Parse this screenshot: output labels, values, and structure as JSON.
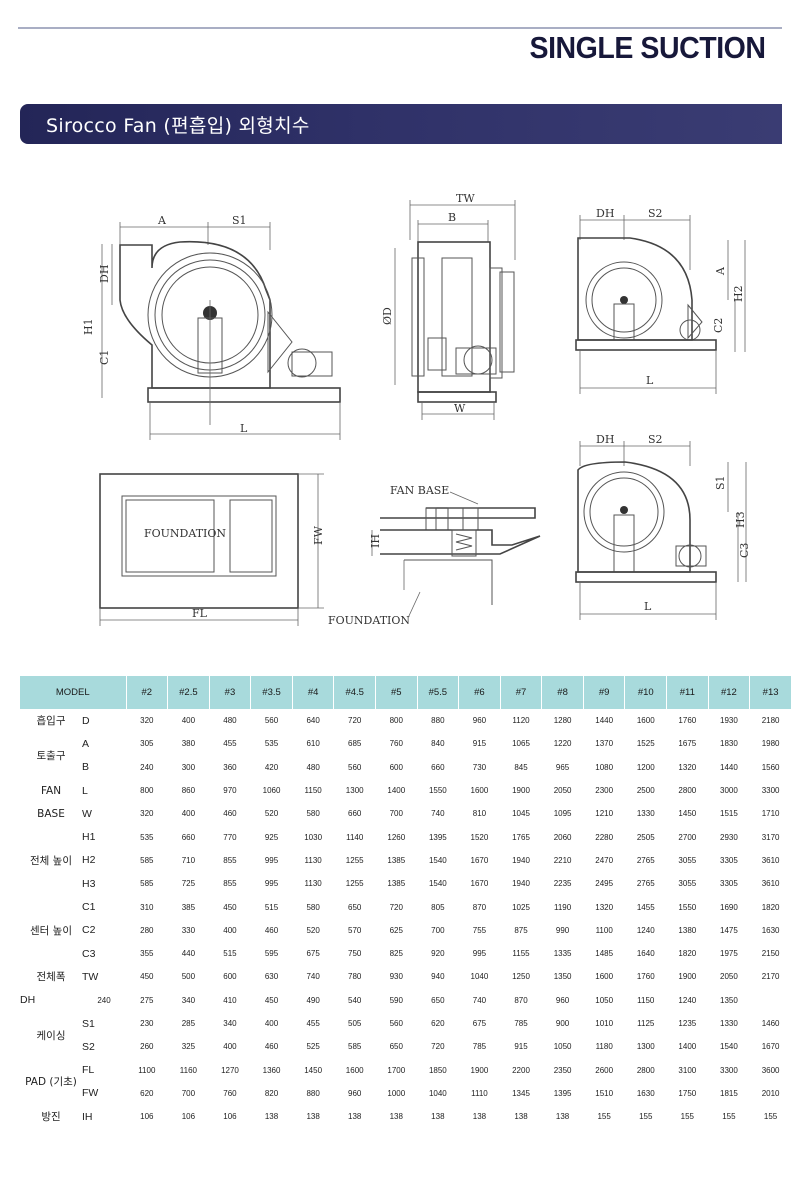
{
  "header": {
    "brand": "SINGLE SUCTION",
    "banner_title": "Sirocco Fan (편흡입) 외형치수"
  },
  "drawings": {
    "labels": {
      "A": "A",
      "S1": "S1",
      "DH": "DH",
      "H1": "H1",
      "C1": "C1",
      "L": "L",
      "TW": "TW",
      "B": "B",
      "D": "ØD",
      "W": "W",
      "S2": "S2",
      "H2": "H2",
      "C2": "C2",
      "S1b": "S1",
      "H3": "H3",
      "C3": "C3",
      "FW": "FW",
      "FL": "FL",
      "foundation_inner": "FOUNDATION",
      "fan_base": "FAN BASE",
      "IH": "IH",
      "foundation_below": "FOUNDATION"
    }
  },
  "table": {
    "model_header": "MODEL",
    "models": [
      "#2",
      "#2.5",
      "#3",
      "#3.5",
      "#4",
      "#4.5",
      "#5",
      "#5.5",
      "#6",
      "#7",
      "#8",
      "#9",
      "#10",
      "#11",
      "#12",
      "#13"
    ],
    "rows": [
      {
        "group": "흡입구",
        "span": 1,
        "code": "D",
        "values": [
          "320",
          "400",
          "480",
          "560",
          "640",
          "720",
          "800",
          "880",
          "960",
          "1120",
          "1280",
          "1440",
          "1600",
          "1760",
          "1930",
          "2180"
        ]
      },
      {
        "group": "토출구",
        "span": 2,
        "code": "A",
        "values": [
          "305",
          "380",
          "455",
          "535",
          "610",
          "685",
          "760",
          "840",
          "915",
          "1065",
          "1220",
          "1370",
          "1525",
          "1675",
          "1830",
          "1980"
        ]
      },
      {
        "group": null,
        "span": 0,
        "code": "B",
        "values": [
          "240",
          "300",
          "360",
          "420",
          "480",
          "560",
          "600",
          "660",
          "730",
          "845",
          "965",
          "1080",
          "1200",
          "1320",
          "1440",
          "1560"
        ]
      },
      {
        "group": "FAN",
        "span": 1,
        "code": "L",
        "values": [
          "800",
          "860",
          "970",
          "1060",
          "1150",
          "1300",
          "1400",
          "1550",
          "1600",
          "1900",
          "2050",
          "2300",
          "2500",
          "2800",
          "3000",
          "3300"
        ]
      },
      {
        "group": "BASE",
        "span": 1,
        "code": "W",
        "values": [
          "320",
          "400",
          "460",
          "520",
          "580",
          "660",
          "700",
          "740",
          "810",
          "1045",
          "1095",
          "1210",
          "1330",
          "1450",
          "1515",
          "1710"
        ]
      },
      {
        "group": "전체 높이",
        "span": 3,
        "code": "H1",
        "values": [
          "535",
          "660",
          "770",
          "925",
          "1030",
          "1140",
          "1260",
          "1395",
          "1520",
          "1765",
          "2060",
          "2280",
          "2505",
          "2700",
          "2930",
          "3170"
        ]
      },
      {
        "group": null,
        "span": 0,
        "code": "H2",
        "values": [
          "585",
          "710",
          "855",
          "995",
          "1130",
          "1255",
          "1385",
          "1540",
          "1670",
          "1940",
          "2210",
          "2470",
          "2765",
          "3055",
          "3305",
          "3610"
        ]
      },
      {
        "group": null,
        "span": 0,
        "code": "H3",
        "values": [
          "585",
          "725",
          "855",
          "995",
          "1130",
          "1255",
          "1385",
          "1540",
          "1670",
          "1940",
          "2235",
          "2495",
          "2765",
          "3055",
          "3305",
          "3610"
        ]
      },
      {
        "group": "센터 높이",
        "span": 3,
        "code": "C1",
        "values": [
          "310",
          "385",
          "450",
          "515",
          "580",
          "650",
          "720",
          "805",
          "870",
          "1025",
          "1190",
          "1320",
          "1455",
          "1550",
          "1690",
          "1820"
        ]
      },
      {
        "group": null,
        "span": 0,
        "code": "C2",
        "values": [
          "280",
          "330",
          "400",
          "460",
          "520",
          "570",
          "625",
          "700",
          "755",
          "875",
          "990",
          "1100",
          "1240",
          "1380",
          "1475",
          "1630"
        ]
      },
      {
        "group": null,
        "span": 0,
        "code": "C3",
        "values": [
          "355",
          "440",
          "515",
          "595",
          "675",
          "750",
          "825",
          "920",
          "995",
          "1155",
          "1335",
          "1485",
          "1640",
          "1820",
          "1975",
          "2150"
        ]
      },
      {
        "group": "전체폭",
        "span": 1,
        "code": "TW",
        "values": [
          "450",
          "500",
          "600",
          "630",
          "740",
          "780",
          "930",
          "940",
          "1040",
          "1250",
          "1350",
          "1600",
          "1760",
          "1900",
          "2050",
          "2170"
        ]
      },
      {
        "group": null,
        "span": 0,
        "code": "DH",
        "values": [
          "240",
          "275",
          "340",
          "410",
          "450",
          "490",
          "540",
          "590",
          "650",
          "740",
          "870",
          "960",
          "1050",
          "1150",
          "1240",
          "1350"
        ]
      },
      {
        "group": "케이싱",
        "span": 2,
        "code": "S1",
        "values": [
          "230",
          "285",
          "340",
          "400",
          "455",
          "505",
          "560",
          "620",
          "675",
          "785",
          "900",
          "1010",
          "1125",
          "1235",
          "1330",
          "1460"
        ]
      },
      {
        "group": null,
        "span": 0,
        "code": "S2",
        "values": [
          "260",
          "325",
          "400",
          "460",
          "525",
          "585",
          "650",
          "720",
          "785",
          "915",
          "1050",
          "1180",
          "1300",
          "1400",
          "1540",
          "1670"
        ]
      },
      {
        "group": "PAD (기초)",
        "span": 2,
        "code": "FL",
        "values": [
          "1100",
          "1160",
          "1270",
          "1360",
          "1450",
          "1600",
          "1700",
          "1850",
          "1900",
          "2200",
          "2350",
          "2600",
          "2800",
          "3100",
          "3300",
          "3600"
        ]
      },
      {
        "group": null,
        "span": 0,
        "code": "FW",
        "values": [
          "620",
          "700",
          "760",
          "820",
          "880",
          "960",
          "1000",
          "1040",
          "1110",
          "1345",
          "1395",
          "1510",
          "1630",
          "1750",
          "1815",
          "2010"
        ]
      },
      {
        "group": "방진",
        "span": 1,
        "code": "IH",
        "values": [
          "106",
          "106",
          "106",
          "138",
          "138",
          "138",
          "138",
          "138",
          "138",
          "138",
          "138",
          "155",
          "155",
          "155",
          "155",
          "155"
        ]
      }
    ]
  }
}
